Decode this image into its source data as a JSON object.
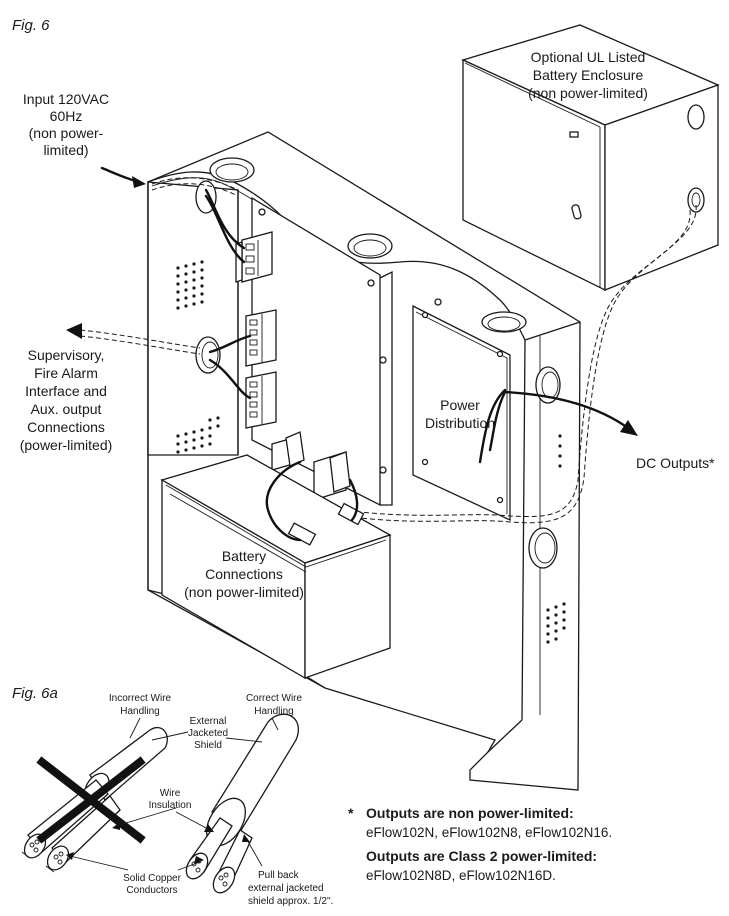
{
  "figures": {
    "fig6": "Fig. 6",
    "fig6a": "Fig. 6a"
  },
  "labels": {
    "battery_enclosure": [
      "Optional UL Listed",
      "Battery Enclosure",
      "(non power-limited)"
    ],
    "input_power": [
      "Input 120VAC",
      "60Hz",
      "(non power-",
      "limited)"
    ],
    "supervisory": [
      "Supervisory,",
      "Fire Alarm",
      "Interface and",
      "Aux. output",
      "Connections",
      "(power-limited)"
    ],
    "power_distribution": [
      "Power",
      "Distribution"
    ],
    "dc_outputs": "DC Outputs*",
    "battery_connections": [
      "Battery",
      "Connections",
      "(non power-limited)"
    ]
  },
  "fig6a_labels": {
    "incorrect": [
      "Incorrect Wire",
      "Handling"
    ],
    "correct": [
      "Correct Wire",
      "Handling"
    ],
    "external_shield": [
      "External",
      "Jacketed",
      "Shield"
    ],
    "wire_insulation": [
      "Wire",
      "Insulation"
    ],
    "solid_copper": [
      "Solid Copper",
      "Conductors"
    ],
    "pull_back": [
      "Pull back",
      "external jacketed",
      "shield approx. 1/2\"."
    ]
  },
  "notes": {
    "asterisk": "*",
    "non_limited_head": "Outputs are non power-limited:",
    "non_limited_models": "eFlow102N, eFlow102N8, eFlow102N16.",
    "class2_head": "Outputs are Class 2 power-limited:",
    "class2_models": "eFlow102N8D, eFlow102N16D."
  },
  "colors": {
    "line": "#1a1a1a",
    "background": "#ffffff"
  }
}
